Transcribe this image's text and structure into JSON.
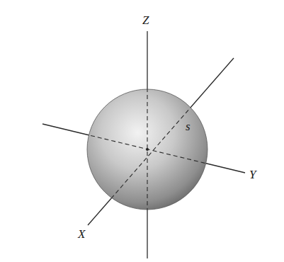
{
  "diagram": {
    "labels": [
      "Z",
      "Y",
      "X",
      "s"
    ]
  }
}
